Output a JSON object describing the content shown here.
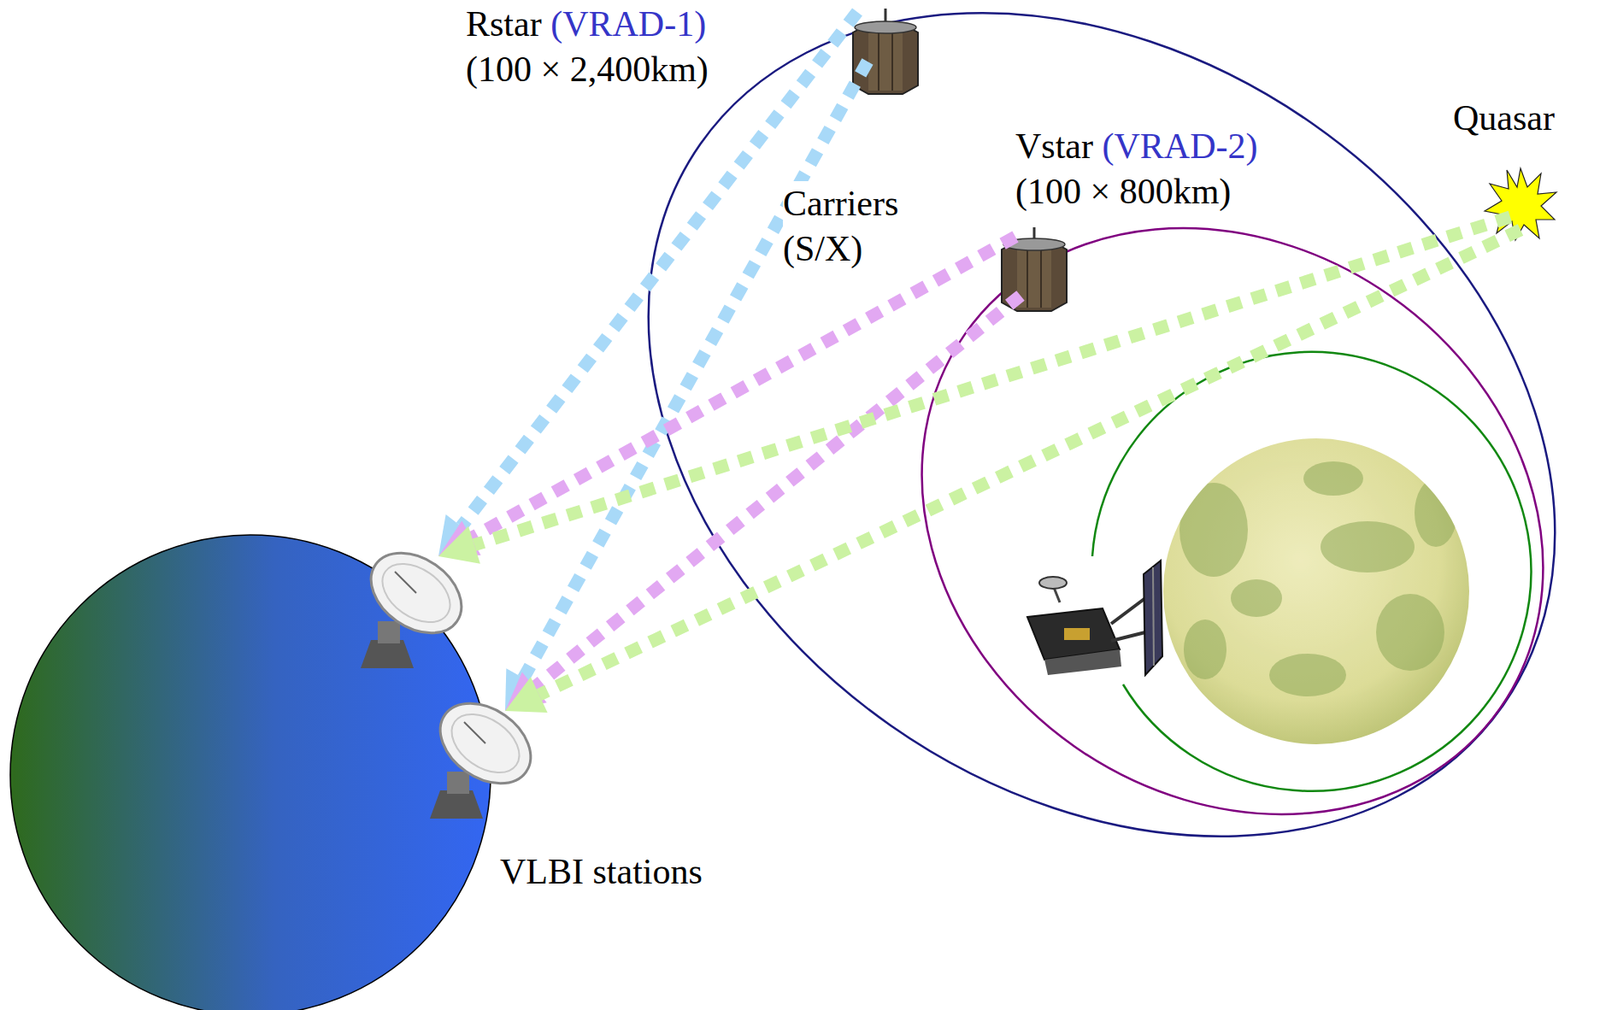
{
  "diagram": {
    "nodes": [
      {
        "text": [
          "Rstar",
          "(VRAD-1)",
          "(100 × 2,400km)"
        ]
      },
      {
        "text": [
          "Vstar",
          "(VRAD-2)",
          "(100 × 800km)"
        ]
      },
      {
        "text": [
          "Quasar"
        ]
      },
      {
        "text": [
          "VLBI stations"
        ]
      }
    ],
    "edges": [
      {
        "from": 0,
        "to": 3,
        "arrow": "to"
      },
      {
        "from": 1,
        "to": 3,
        "arrow": "to"
      },
      {
        "from": 2,
        "to": 3,
        "arrow": "to"
      }
    ],
    "labels": [
      "Carriers (S/X)"
    ]
  }
}
